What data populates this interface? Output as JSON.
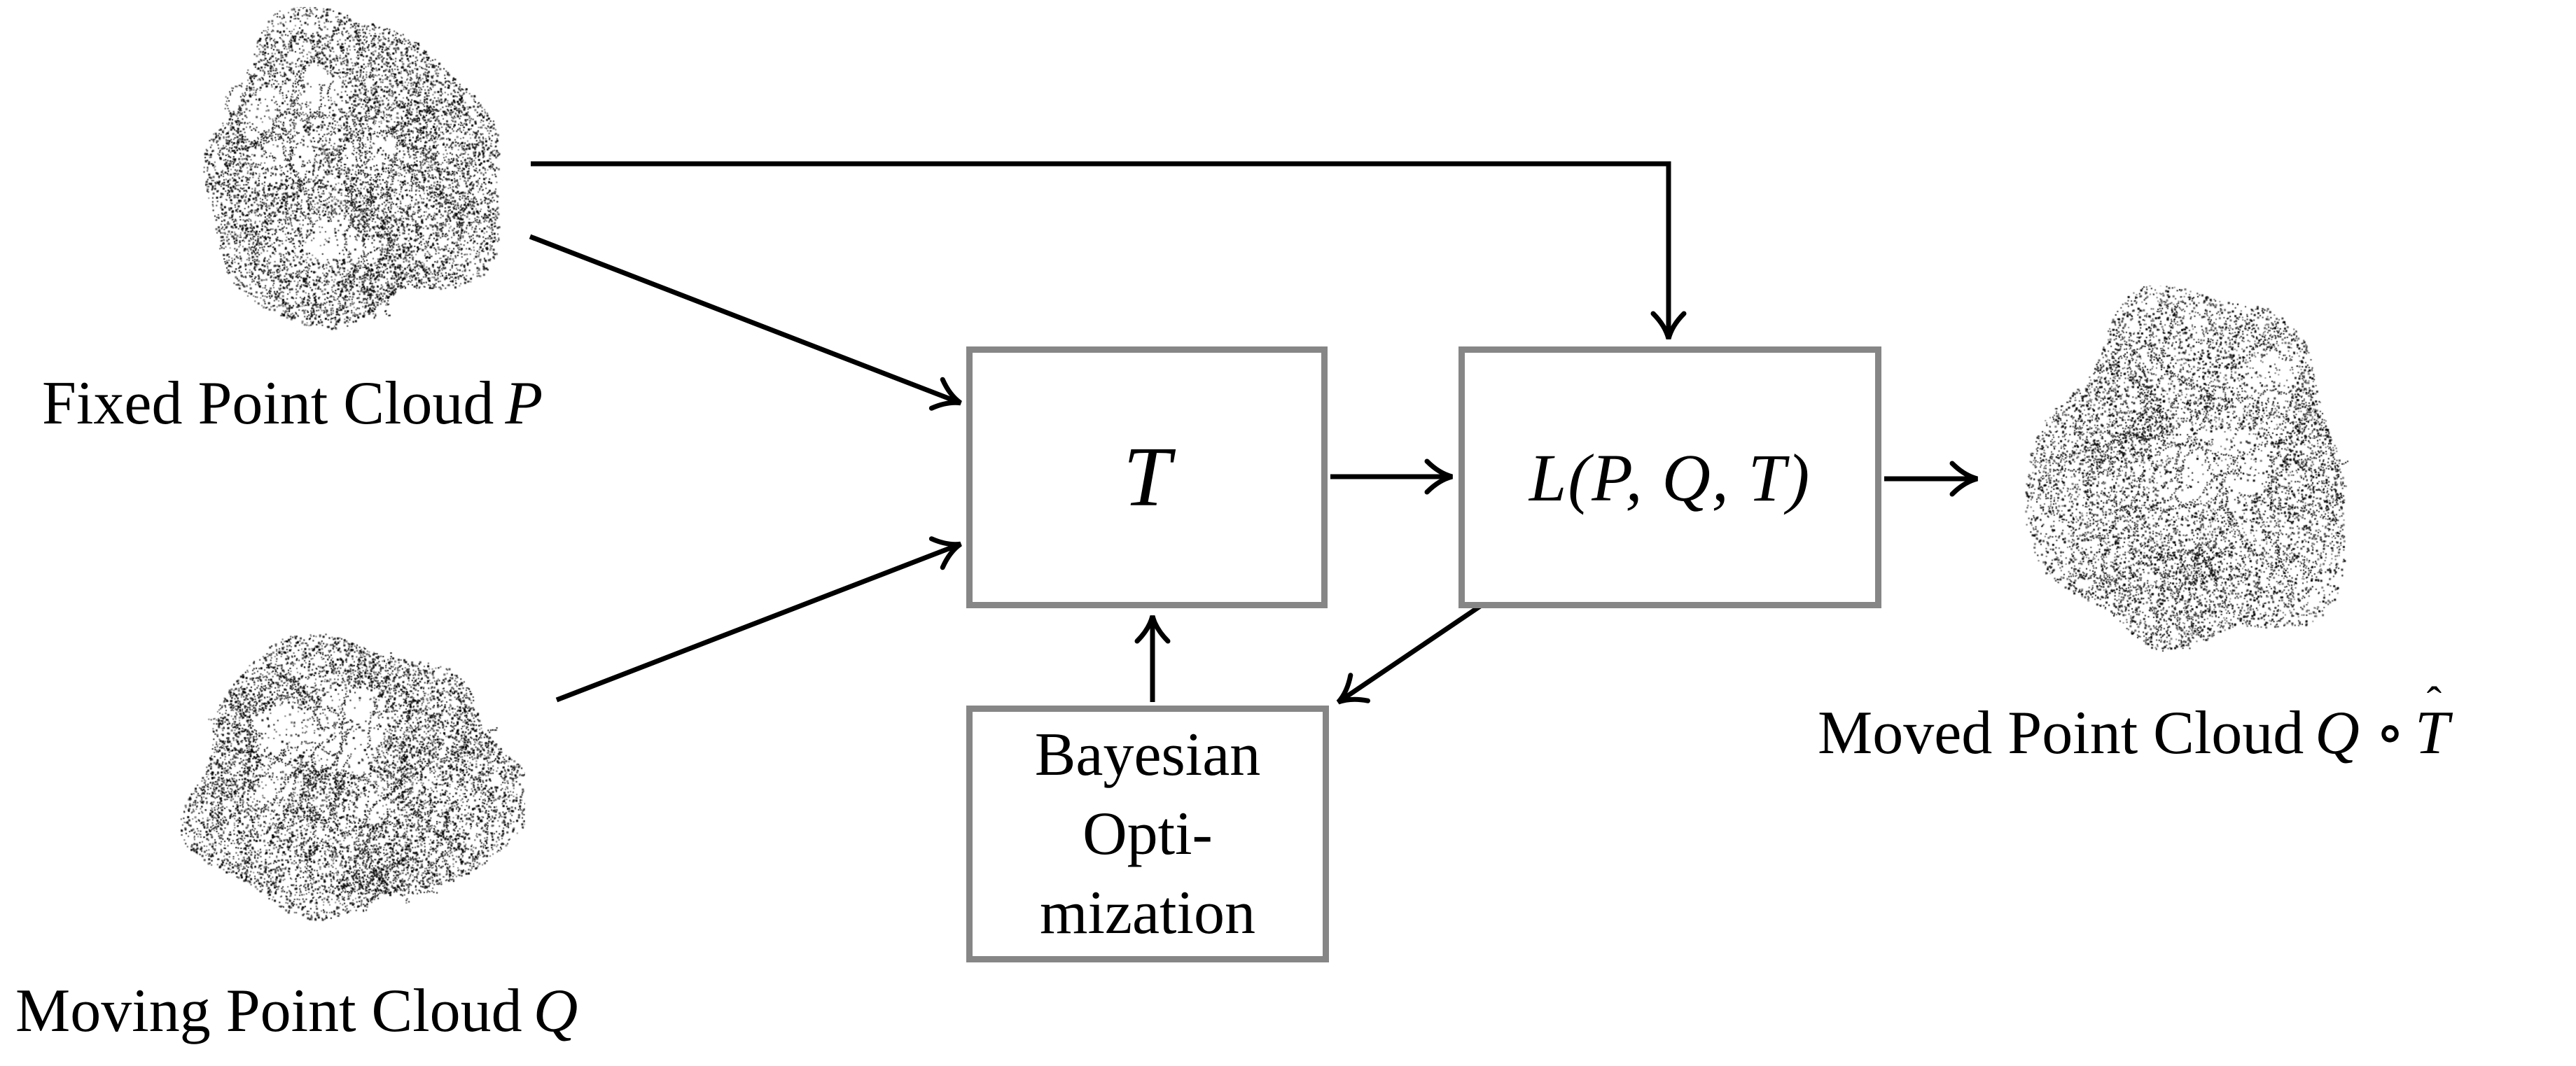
{
  "clouds": {
    "fixed": {
      "label": "Fixed Point Cloud",
      "symbol": "P"
    },
    "moving": {
      "label": "Moving Point Cloud",
      "symbol": "Q"
    },
    "moved": {
      "label": "Moved Point Cloud",
      "symbol": "Q",
      "operator": "∘",
      "transform_symbol": "T",
      "hat": "ˆ"
    }
  },
  "boxes": {
    "transform": {
      "label": "T"
    },
    "loss": {
      "label": "L(P, Q, T)"
    },
    "bayes": {
      "line1": "Bayesian",
      "line2": "Opti-",
      "line3": "mization"
    }
  },
  "arrows": [
    {
      "name": "arrow-fixed-to-loss",
      "from": "fixed-point-cloud",
      "to": "loss-box"
    },
    {
      "name": "arrow-fixed-to-transform",
      "from": "fixed-point-cloud",
      "to": "transform-box"
    },
    {
      "name": "arrow-moving-to-transform",
      "from": "moving-point-cloud",
      "to": "transform-box"
    },
    {
      "name": "arrow-transform-to-loss",
      "from": "transform-box",
      "to": "loss-box"
    },
    {
      "name": "arrow-loss-to-moved",
      "from": "loss-box",
      "to": "moved-point-cloud"
    },
    {
      "name": "arrow-loss-to-bayes",
      "from": "loss-box",
      "to": "bayes-box"
    },
    {
      "name": "arrow-bayes-to-transform",
      "from": "bayes-box",
      "to": "transform-box"
    }
  ],
  "colors": {
    "background": "#ffffff",
    "box_border": "#868686",
    "ink": "#000000",
    "dot": "#000000"
  }
}
